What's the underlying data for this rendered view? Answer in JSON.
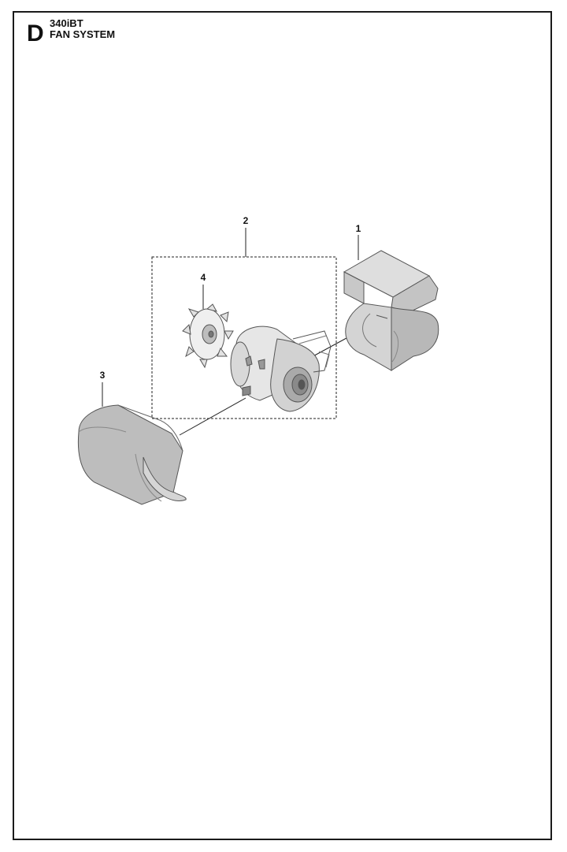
{
  "header": {
    "section_letter": "D",
    "model": "340iBT",
    "title": "FAN SYSTEM"
  },
  "callouts": [
    {
      "id": "1",
      "label": "1",
      "part": "fan-housing-half"
    },
    {
      "id": "2",
      "label": "2",
      "part": "motor-fan-assembly"
    },
    {
      "id": "3",
      "label": "3",
      "part": "fan-housing-cover"
    },
    {
      "id": "4",
      "label": "4",
      "part": "fan-impeller"
    }
  ]
}
